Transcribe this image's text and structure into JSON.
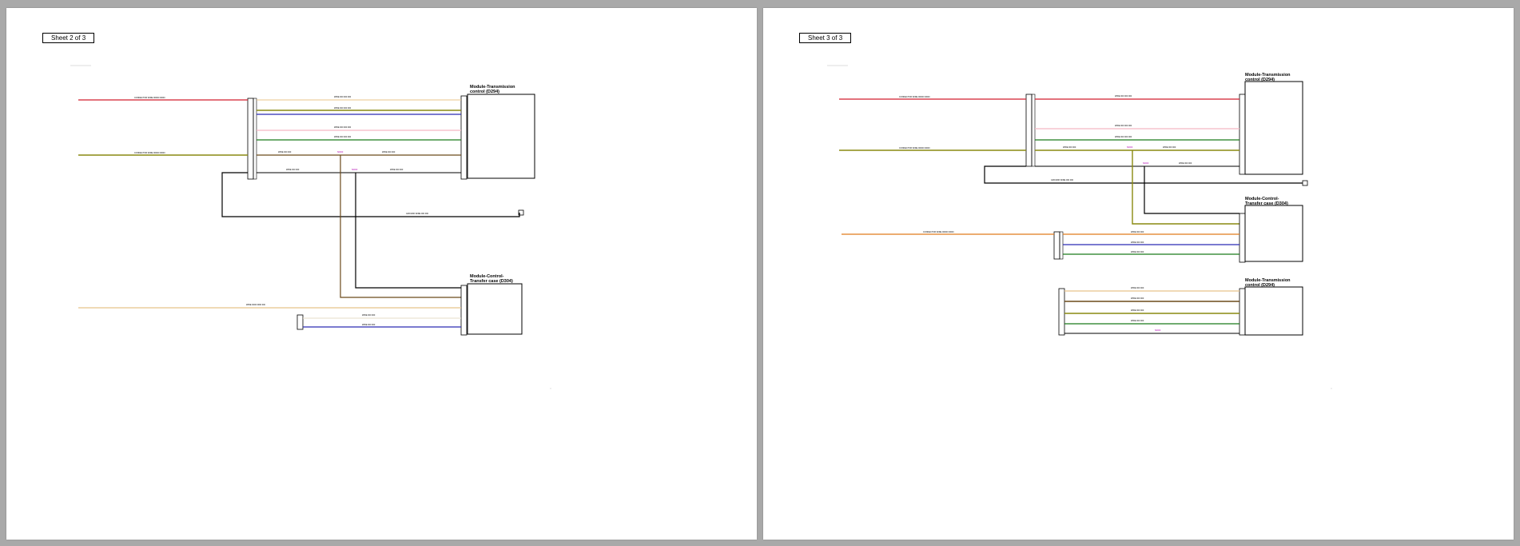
{
  "sheets": [
    {
      "label": "Sheet 2 of 3",
      "modules": [
        {
          "title_line1": "Module-Transmission",
          "title_line2": "control (D294)"
        },
        {
          "title_line1": "Module-Control-",
          "title_line2": "Transfer case (D304)"
        }
      ]
    },
    {
      "label": "Sheet 3 of 3",
      "modules": [
        {
          "title_line1": "Module-Transmission",
          "title_line2": "control (D294)"
        },
        {
          "title_line1": "Module-Control-",
          "title_line2": "Transfer case (D304)"
        },
        {
          "title_line1": "Module-Transmission",
          "title_line2": "control (D294)"
        }
      ]
    }
  ],
  "wire_colors": {
    "red": "#d21f2f",
    "olive": "#8a8a10",
    "orange": "#e07a1a",
    "blue": "#2b2bb5",
    "green": "#1a7a1a",
    "pink": "#f4b6c4",
    "tan": "#e8c48a",
    "brown": "#6b4a1a",
    "black": "#000000",
    "light": "#e6dcc8",
    "connector_label": "#b000b0"
  }
}
